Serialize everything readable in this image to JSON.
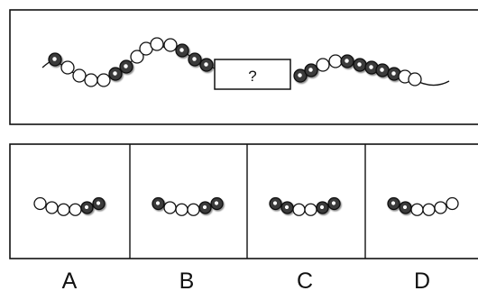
{
  "puzzle": {
    "unknown_box_text": "?",
    "sequence_left": [
      "filled",
      "open",
      "open",
      "open",
      "open",
      "filled",
      "filled",
      "open",
      "open",
      "open",
      "open",
      "filled",
      "filled"
    ],
    "sequence_right": [
      "filled",
      "filled",
      "open",
      "open",
      "filled",
      "filled",
      "filled",
      "filled",
      "filled",
      "open",
      "open"
    ]
  },
  "options": [
    {
      "letter": "A",
      "beads": [
        "open",
        "open",
        "open",
        "open",
        "filled",
        "filled"
      ]
    },
    {
      "letter": "B",
      "beads": [
        "filled",
        "open",
        "open",
        "open",
        "filled",
        "filled"
      ]
    },
    {
      "letter": "C",
      "beads": [
        "filled",
        "filled",
        "open",
        "open",
        "filled",
        "filled"
      ]
    },
    {
      "letter": "D",
      "beads": [
        "filled",
        "filled",
        "open",
        "open",
        "open",
        "open"
      ]
    }
  ],
  "colors": {
    "stroke": "#111111",
    "fill_dark": "#3a3a3a",
    "background": "#ffffff"
  }
}
